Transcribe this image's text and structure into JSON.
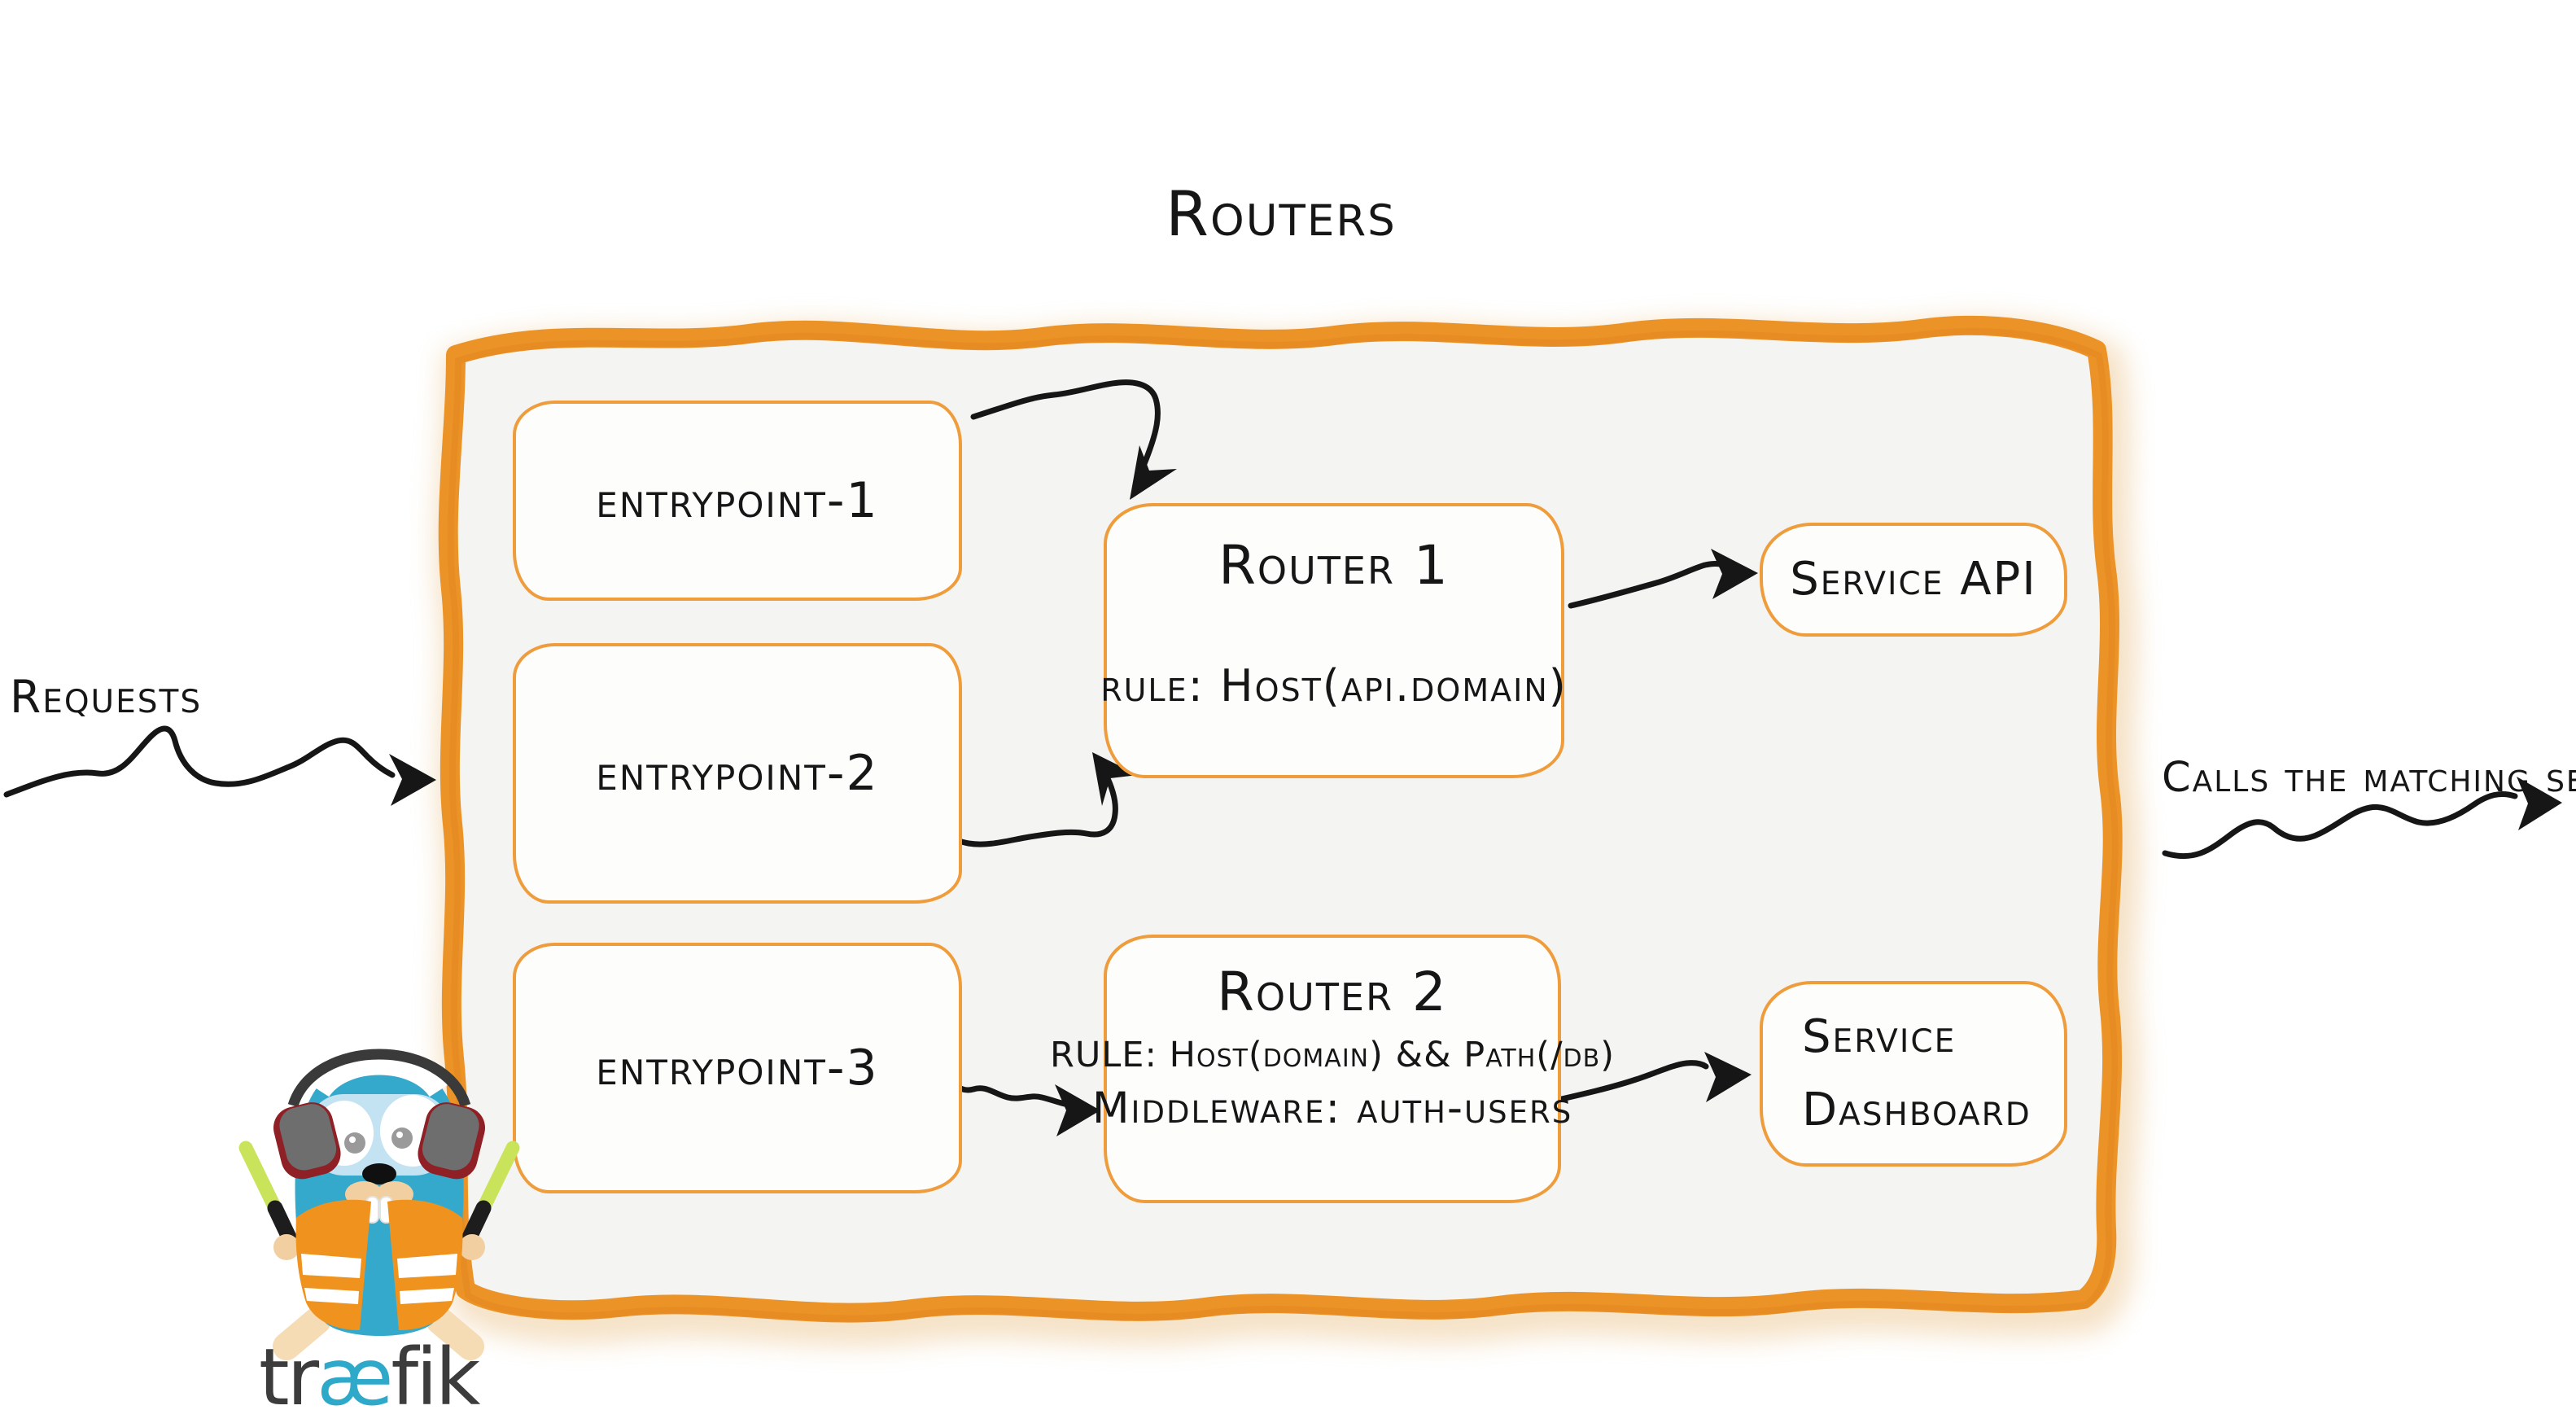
{
  "title": "Routers",
  "labels": {
    "requests": "Requests",
    "calls_matching_server": "Calls the matching server"
  },
  "entrypoints": [
    {
      "label": "entrypoint-1"
    },
    {
      "label": "entrypoint-2"
    },
    {
      "label": "entrypoint-3"
    }
  ],
  "routers": [
    {
      "name": "Router 1",
      "rule": "rule: Host(api.domain)"
    },
    {
      "name": "Router 2",
      "rule": "RULE: Host(domain) && Path(/db)",
      "middleware": "Middleware: auth-users"
    }
  ],
  "services": [
    {
      "label": "Service API"
    },
    {
      "label": "Service Dashboard",
      "line1": "Service",
      "line2": "Dashboard"
    }
  ],
  "connections": [
    {
      "from": "requests",
      "to": "routers-panel"
    },
    {
      "from": "entrypoint-1",
      "to": "Router 1"
    },
    {
      "from": "entrypoint-2",
      "to": "Router 1"
    },
    {
      "from": "entrypoint-3",
      "to": "Router 2"
    },
    {
      "from": "Router 1",
      "to": "Service API"
    },
    {
      "from": "Router 2",
      "to": "Service Dashboard"
    },
    {
      "from": "routers-panel",
      "to": "calls-the-matching-server"
    }
  ],
  "logo": {
    "wordmark_prefix": "tr",
    "wordmark_ae": "æ",
    "wordmark_suffix": "fik",
    "mascot": "traefik-gopher"
  },
  "colors": {
    "panel_brush_orange": "#EC9328",
    "box_border_orange": "#EF9D3C",
    "panel_fill_gray": "#f4f4f2",
    "arrow_black": "#161616",
    "gopher_teal": "#35A9CB",
    "vest_orange": "#F0921E",
    "baton_green": "#C9E45B",
    "wordmark_gray": "#3C3C3C",
    "wordmark_teal": "#2FA9C9"
  }
}
